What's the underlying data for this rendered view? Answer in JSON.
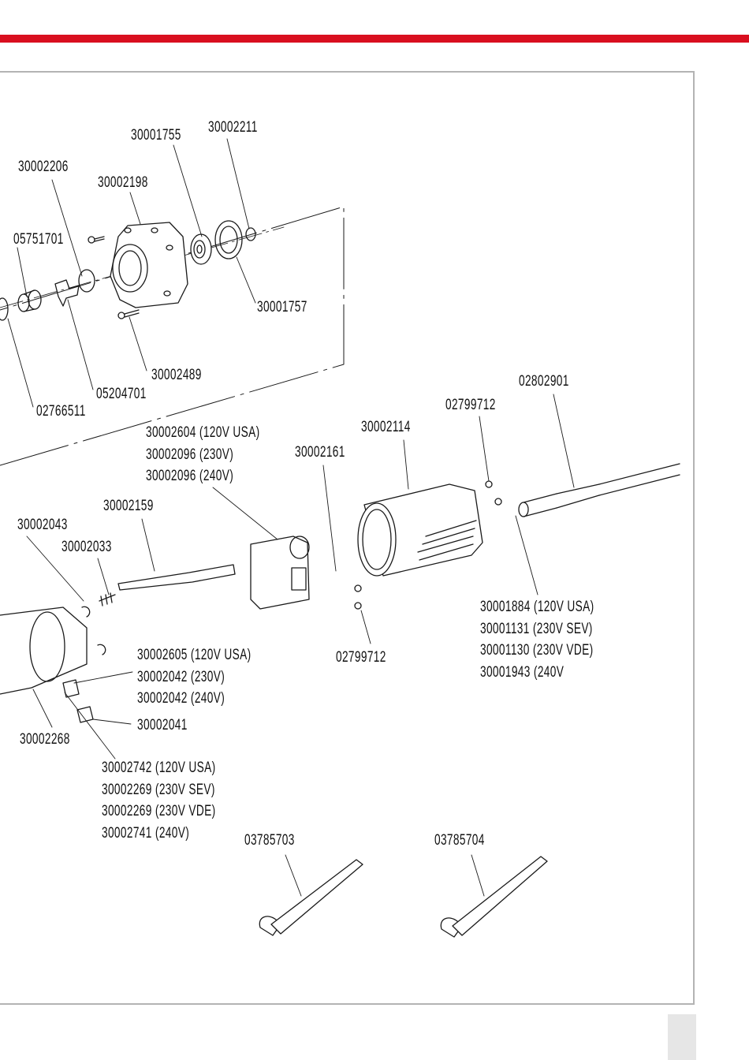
{
  "colors": {
    "accent_bar": "#d90f1f",
    "frame": "#b3b3b3",
    "lines": "#1a1a1a"
  },
  "part_numbers": {
    "p30001755": "30001755",
    "p30002211": "30002211",
    "p30002206": "30002206",
    "p30002198": "30002198",
    "p05751701": "05751701",
    "p30001757": "30001757",
    "p30002489": "30002489",
    "p05204701": "05204701",
    "p02766511": "02766511",
    "p02802901": "02802901",
    "p02799712_top": "02799712",
    "p30002114": "30002114",
    "p30002604": [
      "30002604 (120V USA)",
      "30002096 (230V)",
      "30002096 (240V)"
    ],
    "p30002161": "30002161",
    "p30002159": "30002159",
    "p30002043": "30002043",
    "p30002033": "30002033",
    "p30001884": [
      "30001884 (120V USA)",
      "30001131 (230V SEV)",
      "30001130 (230V VDE)",
      "30001943 (240V"
    ],
    "p30002605": [
      "30002605 (120V USA)",
      "30002042 (230V)",
      "30002042 (240V)"
    ],
    "p02799712_bottom": "02799712",
    "p30002041": "30002041",
    "p30002268": "30002268",
    "p30002742": [
      "30002742 (120V USA)",
      "30002269 (230V SEV)",
      "30002269 (230V VDE)",
      "30002741 (240V)"
    ],
    "p03785703": "03785703",
    "p03785704": "03785704"
  }
}
